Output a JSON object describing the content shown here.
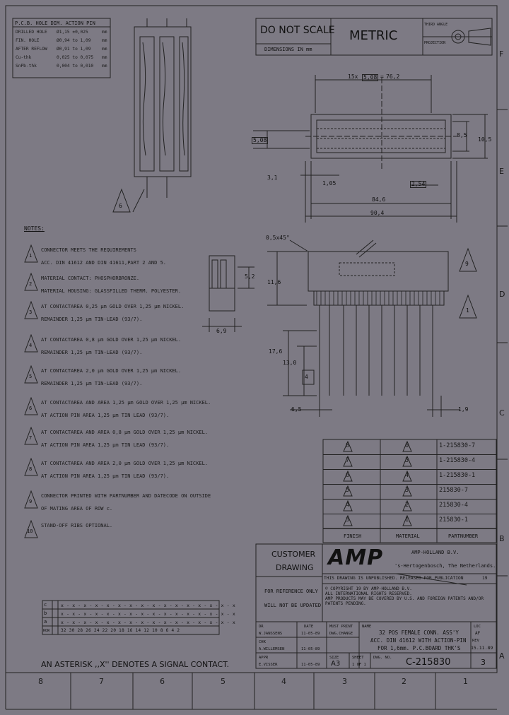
{
  "pcb_table": {
    "title": "P.C.B. HOLE DIM. ACTION PIN",
    "rows": [
      {
        "label": "DRILLED HOLE",
        "v1": "Ø1,15 ±0,025",
        "unit": "mm"
      },
      {
        "label": "FIN. HOLE",
        "v1": "Ø0,94 to 1,09",
        "unit": "mm"
      },
      {
        "label": "AFTER REFLOW",
        "v1": "Ø0,91 to 1,09",
        "unit": "mm"
      },
      {
        "label": "Cu-thk",
        "v1": "0,025 to 0,075",
        "unit": "mm"
      },
      {
        "label": "SnPb-thk",
        "v1": "0,004 to 0,010",
        "unit": "mm"
      }
    ]
  },
  "header": {
    "do_not_scale": "DO NOT SCALE",
    "dimensions": "DIMENSIONS IN mm",
    "metric": "METRIC",
    "third_angle": "THIRD ANGLE",
    "projection": "PROJECTION"
  },
  "dims": {
    "pitch": "15x",
    "pitch_val": "5,08",
    "pitch_total": "76,2",
    "d_1_05": "1,05",
    "d_3_1": "3,1",
    "d_2_54": "2,54",
    "d_84_6": "84,6",
    "d_90_4": "90,4",
    "d_8_5": "8,5",
    "d_10_5": "10,5",
    "d_5_08": "5,08",
    "chamfer": "0,5x45°",
    "d_11_6": "11,6",
    "d_5_2": "5,2",
    "d_6_9": "6,9",
    "d_17_6": "17,6",
    "d_13_0": "13,0",
    "d_6_5": "6,5",
    "d_1_9": "1,9",
    "callout_9": "9",
    "callout_1": "1",
    "callout_6": "6",
    "callout_4": "4",
    "callout_3": "3",
    "callout_5": "5",
    "callout_7": "7",
    "callout_8": "8"
  },
  "notes": {
    "heading": "NOTES:",
    "items": [
      {
        "n": "1",
        "lines": [
          "CONNECTOR MEETS THE REQUIREMENTS",
          "ACC. DIN 41612 AND DIN 41611,PART 2 AND 5."
        ]
      },
      {
        "n": "2",
        "lines": [
          "MATERIAL CONTACT: PHOSPHORBRONZE.",
          "MATERIAL HOUSING: GLASSFILLED THERM. POLYESTER."
        ]
      },
      {
        "n": "3",
        "lines": [
          "AT CONTACTAREA 0,25 µm GOLD OVER 1,25 µm NICKEL.",
          "REMAINDER 1,25 µm TIN-LEAD (93/7)."
        ]
      },
      {
        "n": "4",
        "lines": [
          "AT CONTACTAREA 0,8 µm GOLD OVER 1,25 µm NICKEL.",
          "REMAINDER 1,25 µm TIN-LEAD (93/7)."
        ]
      },
      {
        "n": "5",
        "lines": [
          "AT CONTACTAREA 2,0 µm GOLD OVER 1,25 µm NICKEL.",
          "REMAINDER 1,25 µm TIN-LEAD (93/7)."
        ]
      },
      {
        "n": "6",
        "lines": [
          "AT CONTACTAREA AND AREA 1,25 µm GOLD OVER 1,25 µm NICKEL.",
          "AT ACTION PIN AREA 1,25 µm TIN LEAD (93/7)."
        ]
      },
      {
        "n": "7",
        "lines": [
          "AT CONTACTAREA AND AREA 0,8 µm GOLD OVER 1,25 µm NICKEL.",
          "AT ACTION PIN AREA 1,25 µm TIN LEAD (93/7)."
        ]
      },
      {
        "n": "8",
        "lines": [
          "AT CONTACTAREA AND AREA 2,0 µm GOLD OVER 1,25 µm NICKEL.",
          "AT ACTION PIN AREA 1,25 µm TIN LEAD (93/7)."
        ]
      },
      {
        "n": "9",
        "lines": [
          "CONNECTOR PRINTED WITH PARTNUMBER AND DATECODE ON OUTSIDE",
          "OF MATING AREA OF ROW c."
        ]
      },
      {
        "n": "10",
        "lines": [
          "STAND-OFF RIBS OPTIONAL."
        ]
      }
    ]
  },
  "parts_table": {
    "rows": [
      {
        "finish": "8",
        "material": "6",
        "part": "1-215830-7"
      },
      {
        "finish": "7",
        "material": "5",
        "part": "1-215830-4"
      },
      {
        "finish": "6",
        "material": "4",
        "part": "1-215830-1"
      },
      {
        "finish": "5",
        "material": "3",
        "part": "215830-7"
      },
      {
        "finish": "4",
        "material": "2",
        "part": "215830-4"
      },
      {
        "finish": "3",
        "material": "1",
        "part": "215830-1"
      }
    ],
    "col_finish": "FINISH",
    "col_material": "MATERIAL",
    "col_part": "PARTNUMBER"
  },
  "title_block": {
    "customer": "CUSTOMER",
    "drawing": "DRAWING",
    "for_ref": "FOR REFERENCE ONLY",
    "not_updated": "WILL NOT BE UPDATED",
    "logo": "AMP",
    "company": "AMP-HOLLAND B.V.",
    "address": "'s-Hertogenbosch, The Netherlands.",
    "unpub": "THIS DRAWING IS UNPUBLISHED. RELEASED FOR PUBLICATION",
    "year": "19",
    "copyright1": "© COPYRIGHT 19      BY AMP-HOLLAND B.V.",
    "copyright2": "ALL INTERNATIONAL RIGHTS RESERVED.",
    "copyright3": "AMP PRODUCTS MAY BE COVERED BY U.S. AND FOREIGN PATENTS AND/OR",
    "copyright4": "PATENTS PENDING.",
    "dr_label": "DR",
    "dr_name": "W.JANSSENS",
    "date_label": "DATE",
    "dr_date": "11-05-89",
    "chk_label": "CHK",
    "chk_name": "A.WILLEMSEN",
    "chk_date": "11-05-89",
    "appr_label": "APPR",
    "appr_name": "E.VISSER",
    "appr_date": "11-05-89",
    "mfg_label": "MUST PRINT",
    "mfg_val": "DWG.CHANGE",
    "name_label": "NAME",
    "name1": "32 POS FEMALE CONN. ASS'Y",
    "name2": "ACC. DIN 41612 WITH ACTION-PIN",
    "name3": "FOR 1,6mm. P.C.BOARD THK'S",
    "size_label": "SIZE",
    "size_val": "A3",
    "sheet_label": "SHEET",
    "sheet_val": "1 OF 1",
    "dwg_label": "DWG. NO.",
    "dwg_no": "C-215830",
    "loc_label": "LOC",
    "loc_val": "AF",
    "rev_label": "REV",
    "rev_val": "15.11.89",
    "a_rev": "3"
  },
  "signal_grid": {
    "rows": [
      "c",
      "b",
      "a"
    ],
    "row_cells": [
      "x - x - x - x - x - x - x - x - x - x - x - x - x - x - x - x",
      "x - x - x - x - x - x - x - x - x - x - x - x - x - x - x - x",
      "x - x - x - x - x - x - x - x - x - x - x - x - x - x - x - x"
    ],
    "count_label": "ROW",
    "numbers": "32 30 28 26 24 22 20 18 16 14 12 10 8 6 4 2"
  },
  "asterisk_note": "AN ASTERISK ,,X'' DENOTES A SIGNAL CONTACT.",
  "zones_bottom": [
    "8",
    "7",
    "6",
    "5",
    "4",
    "3",
    "2",
    "1"
  ],
  "zones_right": [
    "F",
    "E",
    "D",
    "C",
    "B",
    "A"
  ]
}
